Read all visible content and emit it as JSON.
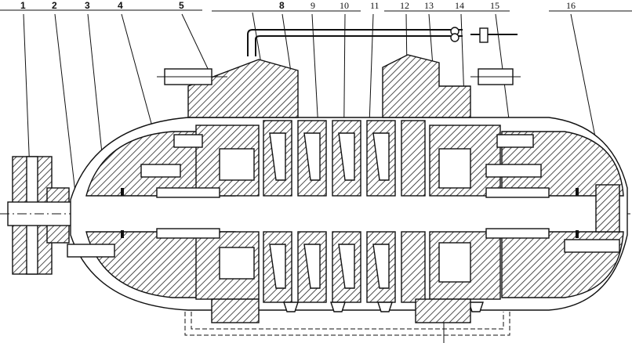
{
  "diagram": {
    "callouts": [
      {
        "id": "1",
        "text": "1"
      },
      {
        "id": "2",
        "text": "2"
      },
      {
        "id": "3",
        "text": "3"
      },
      {
        "id": "4",
        "text": "4"
      },
      {
        "id": "5",
        "text": "5"
      },
      {
        "id": "8",
        "text": "8"
      },
      {
        "id": "9",
        "text": "9"
      },
      {
        "id": "10",
        "text": "10"
      },
      {
        "id": "11",
        "text": "11"
      },
      {
        "id": "12",
        "text": "12"
      },
      {
        "id": "13",
        "text": "13"
      },
      {
        "id": "14",
        "text": "14"
      },
      {
        "id": "15",
        "text": "15"
      },
      {
        "id": "16",
        "text": "16"
      }
    ]
  }
}
